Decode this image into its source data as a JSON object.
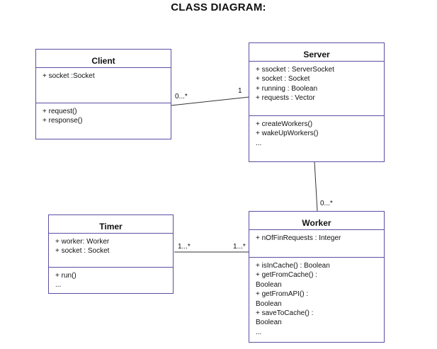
{
  "title": "CLASS DIAGRAM:",
  "classes": {
    "client": {
      "name": "Client",
      "attributes": [
        "+ socket :Socket"
      ],
      "methods": [
        "+ request()",
        "+ response()"
      ]
    },
    "server": {
      "name": "Server",
      "attributes": [
        "+ ssocket : ServerSocket",
        "+ socket : Socket",
        "+ running : Boolean",
        "+ requests : Vector"
      ],
      "methods": [
        "+ createWorkers()",
        "+ wakeUpWorkers()",
        "..."
      ]
    },
    "timer": {
      "name": "Timer",
      "attributes": [
        "+ worker: Worker",
        "+ socket : Socket"
      ],
      "methods": [
        "+ run()",
        "..."
      ]
    },
    "worker": {
      "name": "Worker",
      "attributes": [
        "+ nOfFinRequests : Integer"
      ],
      "methods": [
        "+ isInCache() : Boolean",
        "+ getFromCache() :",
        "Boolean",
        "+ getFromAPI() :",
        "Boolean",
        "+ saveToCache() :",
        "Boolean",
        "..."
      ]
    }
  },
  "associations": {
    "client_server": {
      "client_end": "0...*",
      "server_end": "1"
    },
    "server_worker": {
      "worker_end": "0...*"
    },
    "timer_worker": {
      "timer_end": "1...*",
      "worker_end": "1...*"
    }
  },
  "colors": {
    "border": "#5a4fa3",
    "line": "#333333"
  }
}
